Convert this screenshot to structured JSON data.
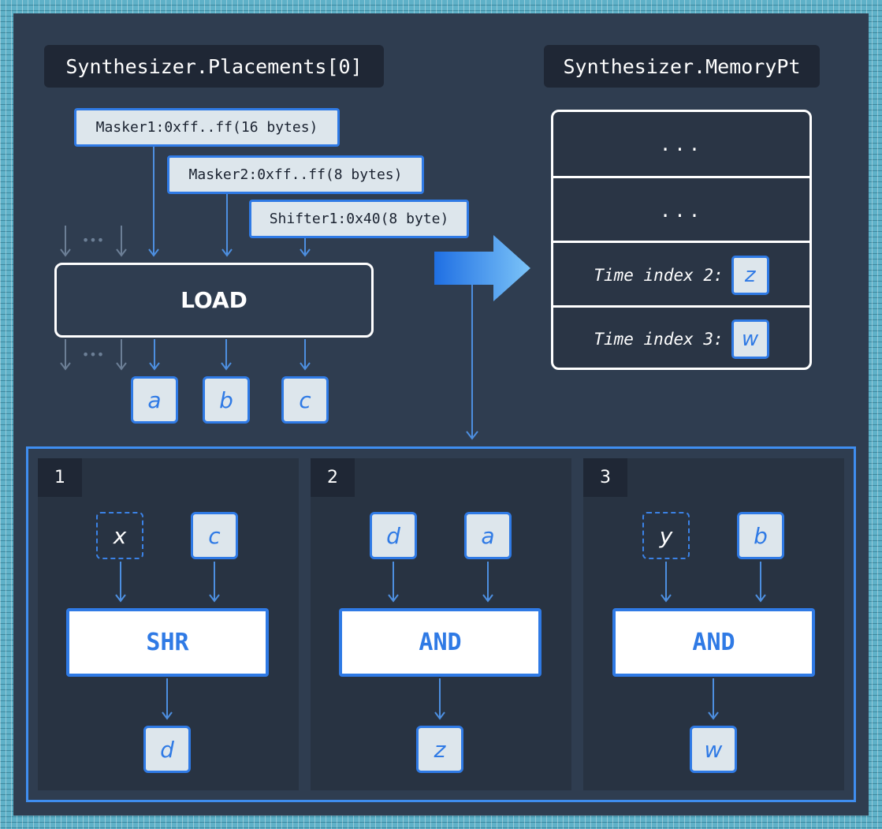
{
  "titles": {
    "placements": "Synthesizer.Placements[0]",
    "memory": "Synthesizer.MemoryPt"
  },
  "maskers": [
    {
      "name": "Masker1:",
      "value": "0xff..ff",
      "size": "(16 bytes)"
    },
    {
      "name": "Masker2:",
      "value": "0xff..ff",
      "size": "(8 bytes)"
    },
    {
      "name": "Shifter1:",
      "value": "0x40",
      "size": "(8 byte)"
    }
  ],
  "load": {
    "label": "LOAD",
    "outputs": [
      "a",
      "b",
      "c"
    ],
    "ellipsis_top": "•••",
    "ellipsis_bottom": "•••"
  },
  "memory": {
    "rows": [
      {
        "label": "...",
        "var": ""
      },
      {
        "label": "...",
        "var": ""
      },
      {
        "label": "Time index 2:",
        "var": "z"
      },
      {
        "label": "Time index 3:",
        "var": "w"
      }
    ]
  },
  "colors": {
    "accent": "#2f7ae5",
    "background": "#2f3d50",
    "box_fill": "#dde6ec",
    "border_teal": "#5fb1c8"
  },
  "panels": [
    {
      "number": "1",
      "inputs": [
        "x",
        "c"
      ],
      "dashed_input": "x",
      "op": "SHR",
      "output": "d"
    },
    {
      "number": "2",
      "inputs": [
        "d",
        "a"
      ],
      "dashed_input": "",
      "op": "AND",
      "output": "z"
    },
    {
      "number": "3",
      "inputs": [
        "y",
        "b"
      ],
      "dashed_input": "y",
      "op": "AND",
      "output": "w"
    }
  ]
}
